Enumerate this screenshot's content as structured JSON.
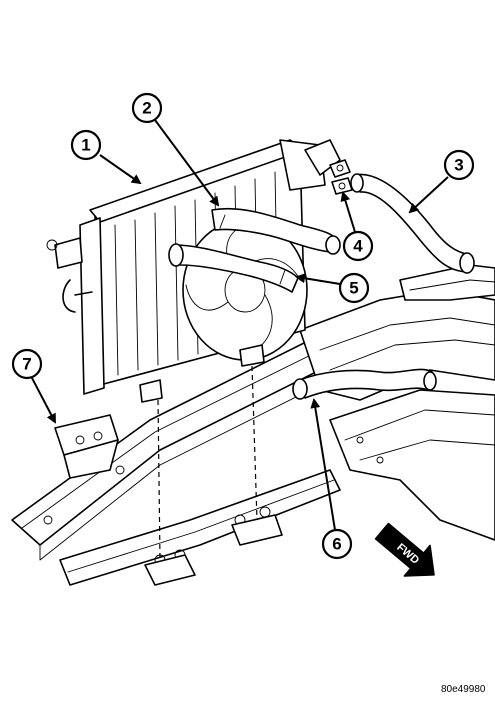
{
  "callouts": [
    {
      "number": "1"
    },
    {
      "number": "2"
    },
    {
      "number": "3"
    },
    {
      "number": "4"
    },
    {
      "number": "5"
    },
    {
      "number": "6"
    },
    {
      "number": "7"
    }
  ],
  "forward_arrow": {
    "label": "FWD"
  },
  "figure_id": "80e49980"
}
